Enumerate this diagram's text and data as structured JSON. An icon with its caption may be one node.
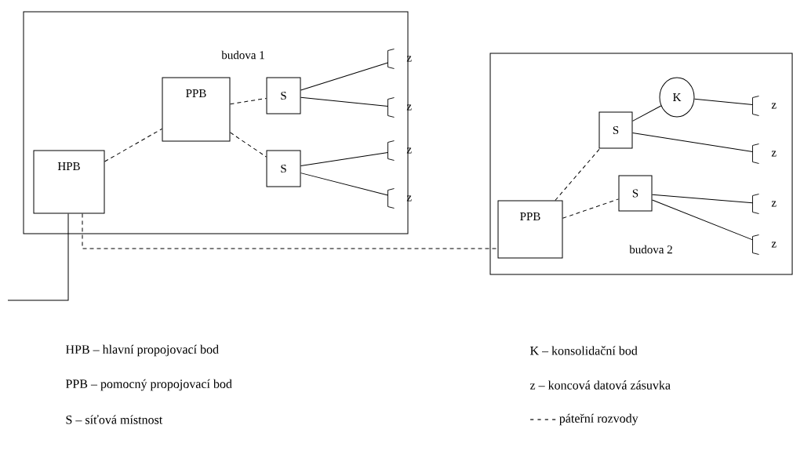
{
  "diagram": {
    "nodes": [
      {
        "text": [
          "budova 1"
        ]
      },
      {
        "text": [
          "HPB"
        ],
        "in": 0
      },
      {
        "text": [
          "PPB"
        ],
        "in": 0
      },
      {
        "text": [
          "S"
        ],
        "in": 0
      },
      {
        "text": [
          "S"
        ],
        "in": 0
      },
      {
        "text": [
          "z"
        ],
        "in": 0
      },
      {
        "text": [
          "z"
        ],
        "in": 0
      },
      {
        "text": [
          "z"
        ],
        "in": 0
      },
      {
        "text": [
          "z"
        ],
        "in": 0
      },
      {
        "text": [
          "budova 2"
        ]
      },
      {
        "text": [
          "PPB"
        ],
        "in": 9
      },
      {
        "text": [
          "S"
        ],
        "in": 9
      },
      {
        "text": [
          "K"
        ],
        "in": 9
      },
      {
        "text": [
          "S"
        ],
        "in": 9
      },
      {
        "text": [
          "z"
        ],
        "in": 9
      },
      {
        "text": [
          "z"
        ],
        "in": 9
      },
      {
        "text": [
          "z"
        ],
        "in": 9
      },
      {
        "text": [
          "z"
        ],
        "in": 9
      }
    ],
    "edges": [
      {
        "from": 1,
        "to": 2,
        "arrow": "none",
        "style": "dashed"
      },
      {
        "from": 2,
        "to": 3,
        "arrow": "none",
        "style": "dashed"
      },
      {
        "from": 2,
        "to": 4,
        "arrow": "none",
        "style": "dashed"
      },
      {
        "from": 3,
        "to": 5,
        "arrow": "none"
      },
      {
        "from": 3,
        "to": 6,
        "arrow": "none"
      },
      {
        "from": 4,
        "to": 7,
        "arrow": "none"
      },
      {
        "from": 4,
        "to": 8,
        "arrow": "none"
      },
      {
        "from": 1,
        "to": 10,
        "arrow": "none",
        "style": "dashed"
      },
      {
        "from": 10,
        "to": 11,
        "arrow": "none",
        "style": "dashed"
      },
      {
        "from": 10,
        "to": 13,
        "arrow": "none",
        "style": "dashed"
      },
      {
        "from": 11,
        "to": 12,
        "arrow": "none"
      },
      {
        "from": 12,
        "to": 14,
        "arrow": "none"
      },
      {
        "from": 11,
        "to": 15,
        "arrow": "none"
      },
      {
        "from": 13,
        "to": 16,
        "arrow": "none"
      },
      {
        "from": 13,
        "to": 17,
        "arrow": "none"
      },
      {
        "from": 1,
        "to": null,
        "arrow": "none"
      }
    ],
    "labels": [
      "HPB – hlavní propojovací bod",
      "K – konsolidační bod",
      "PPB – pomocný propojovací bod",
      "z – koncová datová zásuvka",
      "S – síťová místnost",
      "- - - - páteřní rozvody"
    ]
  }
}
